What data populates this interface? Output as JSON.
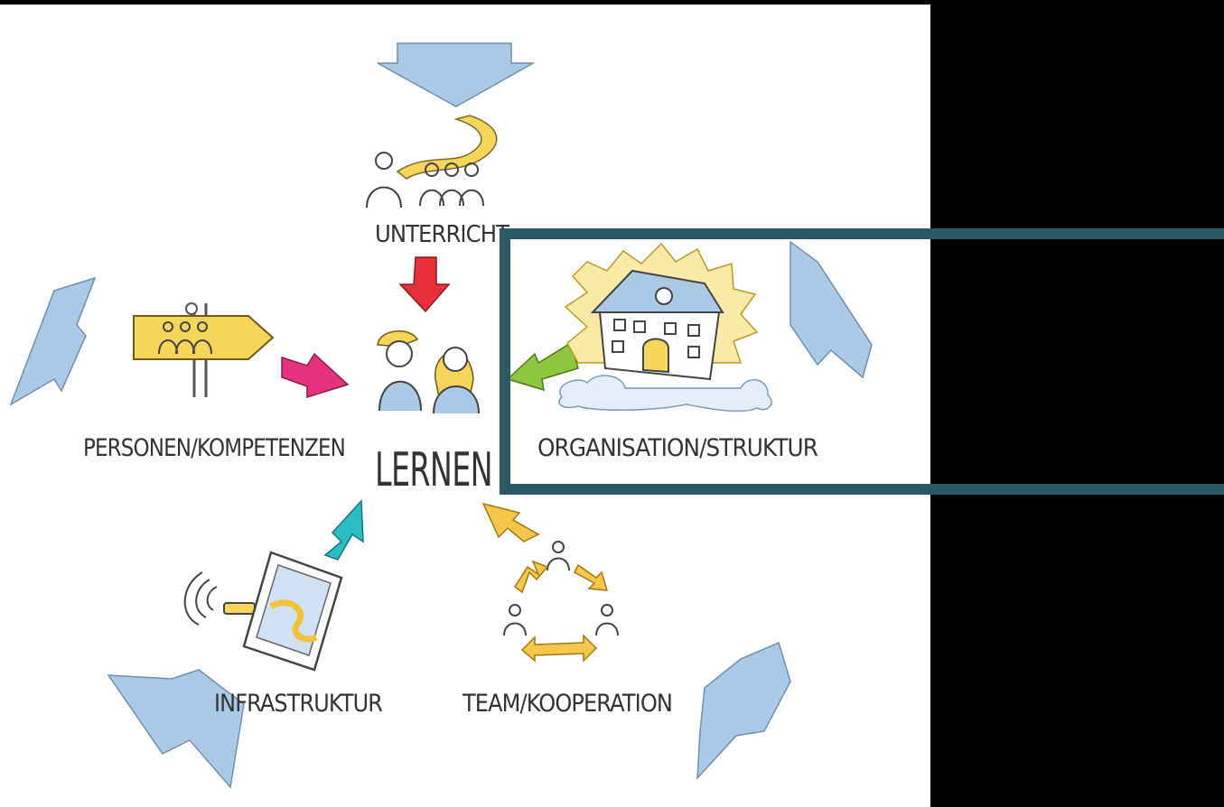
{
  "center": {
    "label": "LERNEN"
  },
  "nodes": {
    "unterricht": {
      "label": "UNTERRICHT"
    },
    "personen": {
      "label": "PERSONEN/KOMPETENZEN"
    },
    "organisation": {
      "label": "ORGANISATION/STRUKTUR"
    },
    "infrastruktur": {
      "label": "INFRASTRUKTUR"
    },
    "team": {
      "label": "TEAM/KOOPERATION"
    }
  },
  "colors": {
    "outer_arrow": "#a9c9e6",
    "highlight_frame": "#2c5764",
    "unterricht_arrow": "#e8303a",
    "personen_arrow": "#e6327e",
    "organisation_arrow": "#8dc63f",
    "infrastruktur_arrow": "#2bbcc4",
    "team_arrow": "#f5c64a",
    "accent_yellow": "#f7d55a"
  },
  "highlight": {
    "target": "organisation"
  }
}
